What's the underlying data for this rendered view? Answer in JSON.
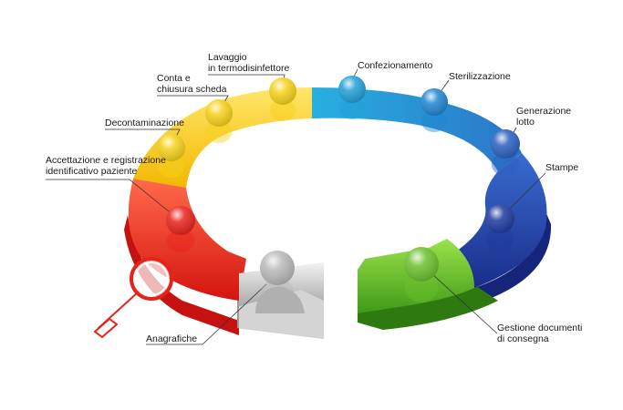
{
  "diagram": {
    "steps": [
      {
        "id": "anagrafiche",
        "lines": [
          "Anagrafiche"
        ],
        "color": "#b9b9b9"
      },
      {
        "id": "accettazione",
        "lines": [
          "Accettazione e registrazione",
          "identificativo paziente"
        ],
        "color": "#e8221b"
      },
      {
        "id": "decontaminazione",
        "lines": [
          "Decontaminazione"
        ],
        "color": "#f6d21a"
      },
      {
        "id": "conta",
        "lines": [
          "Conta e",
          "chiusura scheda"
        ],
        "color": "#f6d21a"
      },
      {
        "id": "lavaggio",
        "lines": [
          "Lavaggio",
          "in termodisinfettore"
        ],
        "color": "#f6d21a"
      },
      {
        "id": "confezionamento",
        "lines": [
          "Confezionamento"
        ],
        "color": "#1fa0d6"
      },
      {
        "id": "sterilizzazione",
        "lines": [
          "Sterilizzazione"
        ],
        "color": "#1f86cf"
      },
      {
        "id": "generazione-lotto",
        "lines": [
          "Generazione",
          "lotto"
        ],
        "color": "#2a5fbf"
      },
      {
        "id": "stampe",
        "lines": [
          "Stampe"
        ],
        "color": "#203a9e"
      },
      {
        "id": "gestione-documenti",
        "lines": [
          "Gestione documenti",
          "di consegna"
        ],
        "color": "#6cc02c"
      }
    ],
    "magnifier_icon": "magnifier-icon",
    "person_icon": "person-icon"
  }
}
